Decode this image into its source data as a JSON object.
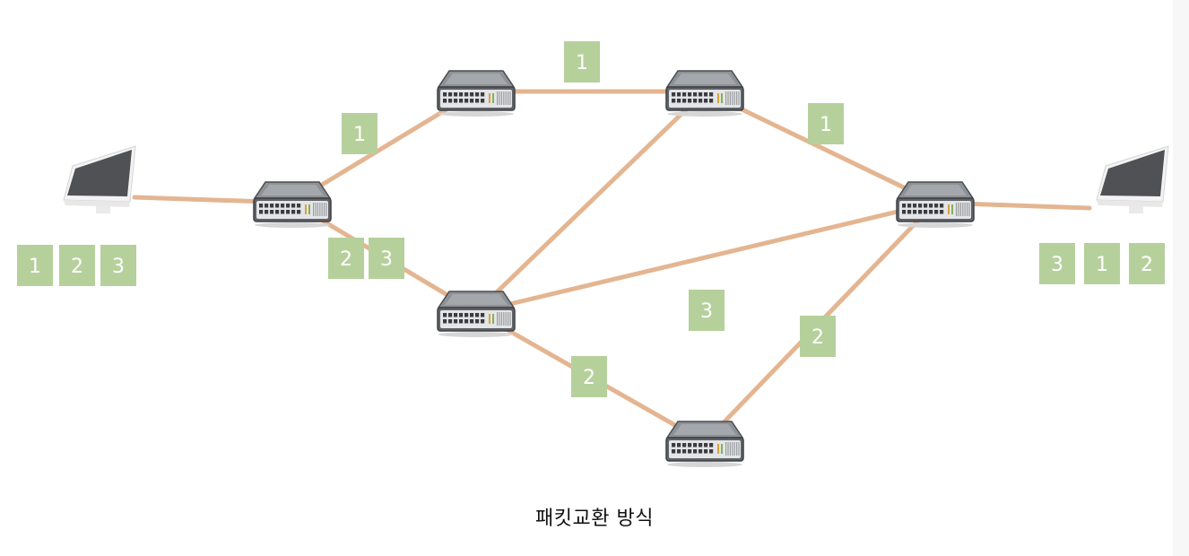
{
  "caption": "패킷교환 방식",
  "colors": {
    "link": "#E4B591",
    "packet_fill": "#B6D09C",
    "packet_text": "#ffffff",
    "router_top": "#8e9195",
    "router_side": "#5f6266",
    "monitor_screen": "#4f5154",
    "monitor_body": "#f3f3f3"
  },
  "nodes": [
    {
      "id": "src",
      "kind": "computer",
      "name": "source-computer"
    },
    {
      "id": "r1",
      "kind": "router",
      "name": "router-1"
    },
    {
      "id": "r2",
      "kind": "router",
      "name": "router-2"
    },
    {
      "id": "r3",
      "kind": "router",
      "name": "router-3"
    },
    {
      "id": "r4",
      "kind": "router",
      "name": "router-4"
    },
    {
      "id": "r5",
      "kind": "router",
      "name": "router-5"
    },
    {
      "id": "r6",
      "kind": "router",
      "name": "router-6"
    },
    {
      "id": "dst",
      "kind": "computer",
      "name": "destination-computer"
    }
  ],
  "links": [
    {
      "from": "src",
      "to": "r1"
    },
    {
      "from": "r1",
      "to": "r2"
    },
    {
      "from": "r1",
      "to": "r4"
    },
    {
      "from": "r2",
      "to": "r3"
    },
    {
      "from": "r3",
      "to": "r5"
    },
    {
      "from": "r3",
      "to": "r4"
    },
    {
      "from": "r4",
      "to": "r5"
    },
    {
      "from": "r4",
      "to": "r6"
    },
    {
      "from": "r6",
      "to": "r5"
    },
    {
      "from": "r5",
      "to": "dst"
    }
  ],
  "packets": {
    "source_queue": [
      "1",
      "2",
      "3"
    ],
    "r1_r2": [
      "1"
    ],
    "r2_r3": [
      "1"
    ],
    "r3_r5": [
      "1"
    ],
    "r1_r4": [
      "2",
      "3"
    ],
    "r4_r5": [
      "3"
    ],
    "r4_r6": [
      "2"
    ],
    "r6_r5": [
      "2"
    ],
    "destination_queue": [
      "3",
      "1",
      "2"
    ]
  }
}
